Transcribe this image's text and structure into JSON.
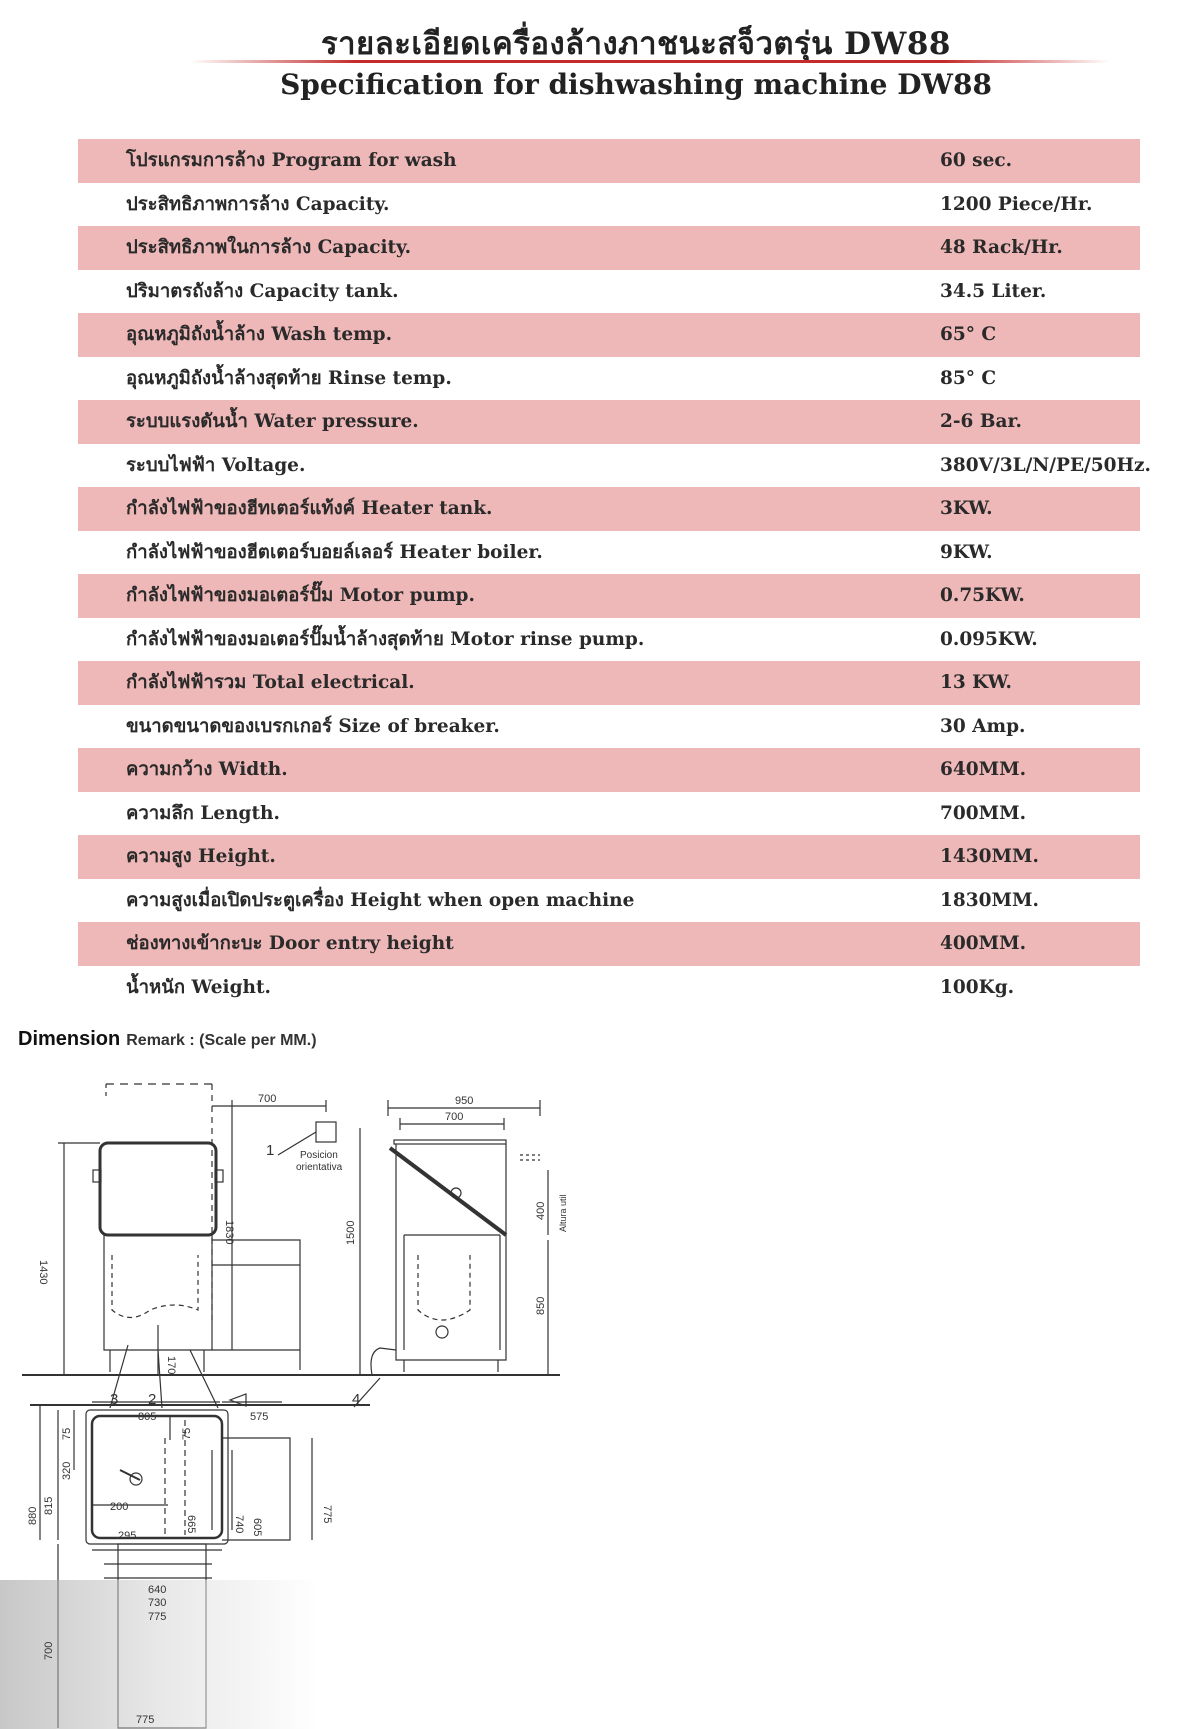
{
  "header": {
    "title_th": "รายละเอียดเครื่องล้างภาชนะสจ็วตรุ่น DW88",
    "title_en": "Specification for dishwashing machine DW88"
  },
  "specs": [
    {
      "label": "โปรแกรมการล้าง Program for wash",
      "value": "60 sec."
    },
    {
      "label": "ประสิทธิภาพการล้าง Capacity.",
      "value": "1200 Piece/Hr."
    },
    {
      "label": "ประสิทธิภาพในการล้าง Capacity.",
      "value": "48 Rack/Hr."
    },
    {
      "label": "ปริมาตรถังล้าง Capacity tank.",
      "value": "34.5 Liter."
    },
    {
      "label": "อุณหภูมิถังน้ำล้าง Wash temp.",
      "value": "65° C"
    },
    {
      "label": "อุณหภูมิถังน้ำล้างสุดท้าย Rinse temp.",
      "value": "85° C"
    },
    {
      "label": "ระบบแรงดันน้ำ Water pressure.",
      "value": "2-6 Bar."
    },
    {
      "label": "ระบบไฟฟ้า Voltage.",
      "value": "380V/3L/N/PE/50Hz."
    },
    {
      "label": "กำลังไฟฟ้าของฮีทเตอร์แท้งค์ Heater tank.",
      "value": "3KW."
    },
    {
      "label": "กำลังไฟฟ้าของฮีตเตอร์บอยล์เลอร์ Heater boiler.",
      "value": "9KW."
    },
    {
      "label": "กำลังไฟฟ้าของมอเตอร์ปั๊ม Motor pump.",
      "value": "0.75KW."
    },
    {
      "label": "กำลังไฟฟ้าของมอเตอร์ปั๊มน้ำล้างสุดท้าย Motor rinse pump.",
      "value": "0.095KW."
    },
    {
      "label": "กำลังไฟฟ้ารวม Total electrical.",
      "value": "13 KW."
    },
    {
      "label": "ขนาดขนาดของเบรกเกอร์ Size of breaker.",
      "value": "30 Amp."
    },
    {
      "label": "ความกว้าง Width.",
      "value": "640MM."
    },
    {
      "label": "ความลึก Length.",
      "value": "700MM."
    },
    {
      "label": "ความสูง Height.",
      "value": "1430MM."
    },
    {
      "label": "ความสูงเมื่อเปิดประตูเครื่อง Height when open machine",
      "value": "1830MM."
    },
    {
      "label": "ช่องทางเข้ากะบะ Door entry height",
      "value": "400MM."
    },
    {
      "label": "น้ำหนัก Weight.",
      "value": "100Kg."
    }
  ],
  "dimension": {
    "heading": "Dimension",
    "remark": "Remark : (Scale per MM.)"
  },
  "drawing_labels": {
    "front_top": "700",
    "front_total_h": "1430",
    "front_open_h": "1830",
    "front_leg": "170",
    "callout_1": "1",
    "callout_2": "2",
    "callout_3": "3",
    "callout_4": "4",
    "position_1": "Posicion",
    "position_2": "orientativa",
    "side_top_outer": "950",
    "side_top_inner": "700",
    "side_h": "1500",
    "side_door": "400",
    "side_door_label": "Altura util",
    "side_work_h": "850",
    "plan_805": "805",
    "plan_575": "575",
    "plan_75a": "75",
    "plan_75b": "75",
    "plan_320": "320",
    "plan_880": "880",
    "plan_815": "815",
    "plan_200": "200",
    "plan_665": "665",
    "plan_740": "740",
    "plan_605": "605",
    "plan_775v": "775",
    "plan_295": "295",
    "plan_640": "640",
    "plan_730": "730",
    "plan_775": "775",
    "plan_700": "700",
    "plan_775b": "775"
  }
}
